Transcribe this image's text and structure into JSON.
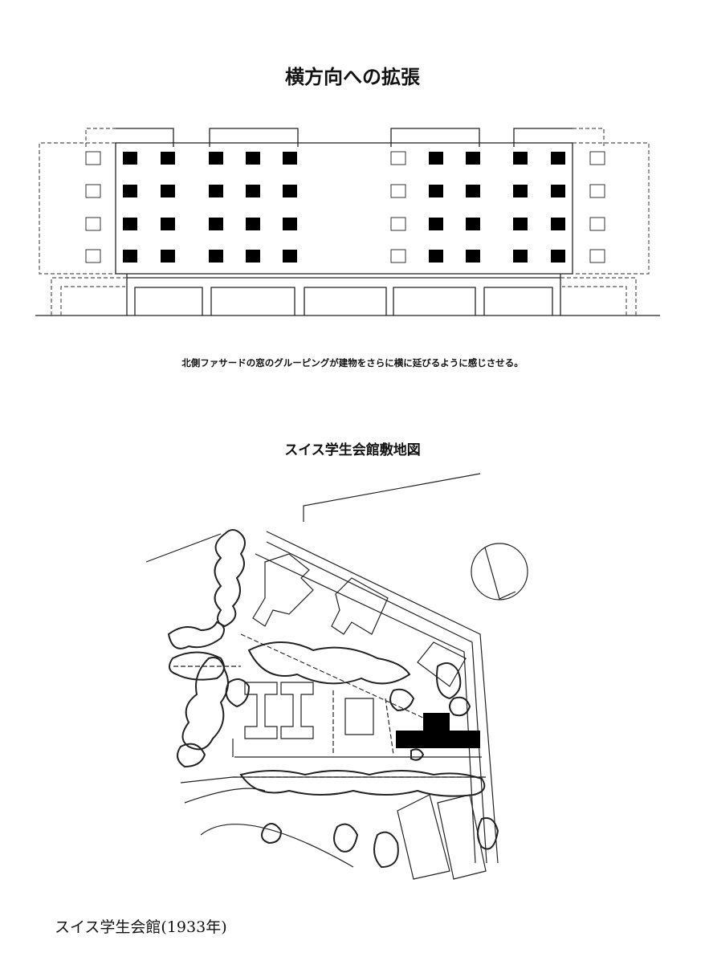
{
  "facade": {
    "title": "横方向への拡張",
    "caption": "北側ファサードの窓のグルーピングが建物をさらに横に延びるように感じさせる。"
  },
  "site_plan": {
    "title": "スイス学生会館敷地図"
  },
  "footer": {
    "label": "スイス学生会館(1933年)"
  }
}
